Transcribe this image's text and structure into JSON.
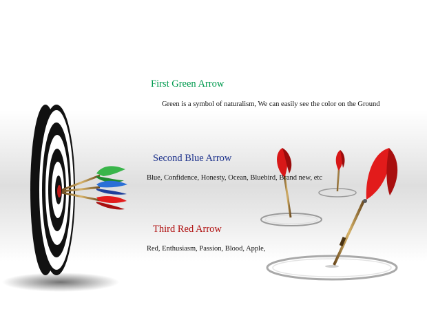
{
  "colors": {
    "green": "#009a4e",
    "blue": "#1a2f8a",
    "red": "#b01010"
  },
  "sections": [
    {
      "heading": "First  Green Arrow",
      "body": "Green is a symbol of naturalism, We can easily see the color on the Ground"
    },
    {
      "heading": "Second Blue  Arrow",
      "body": "Blue, Confidence, Honesty, Ocean, Bluebird, Brand new, etc"
    },
    {
      "heading": "Third  Red Arrow",
      "body": "Red, Enthusiasm, Passion, Blood, Apple,"
    }
  ]
}
